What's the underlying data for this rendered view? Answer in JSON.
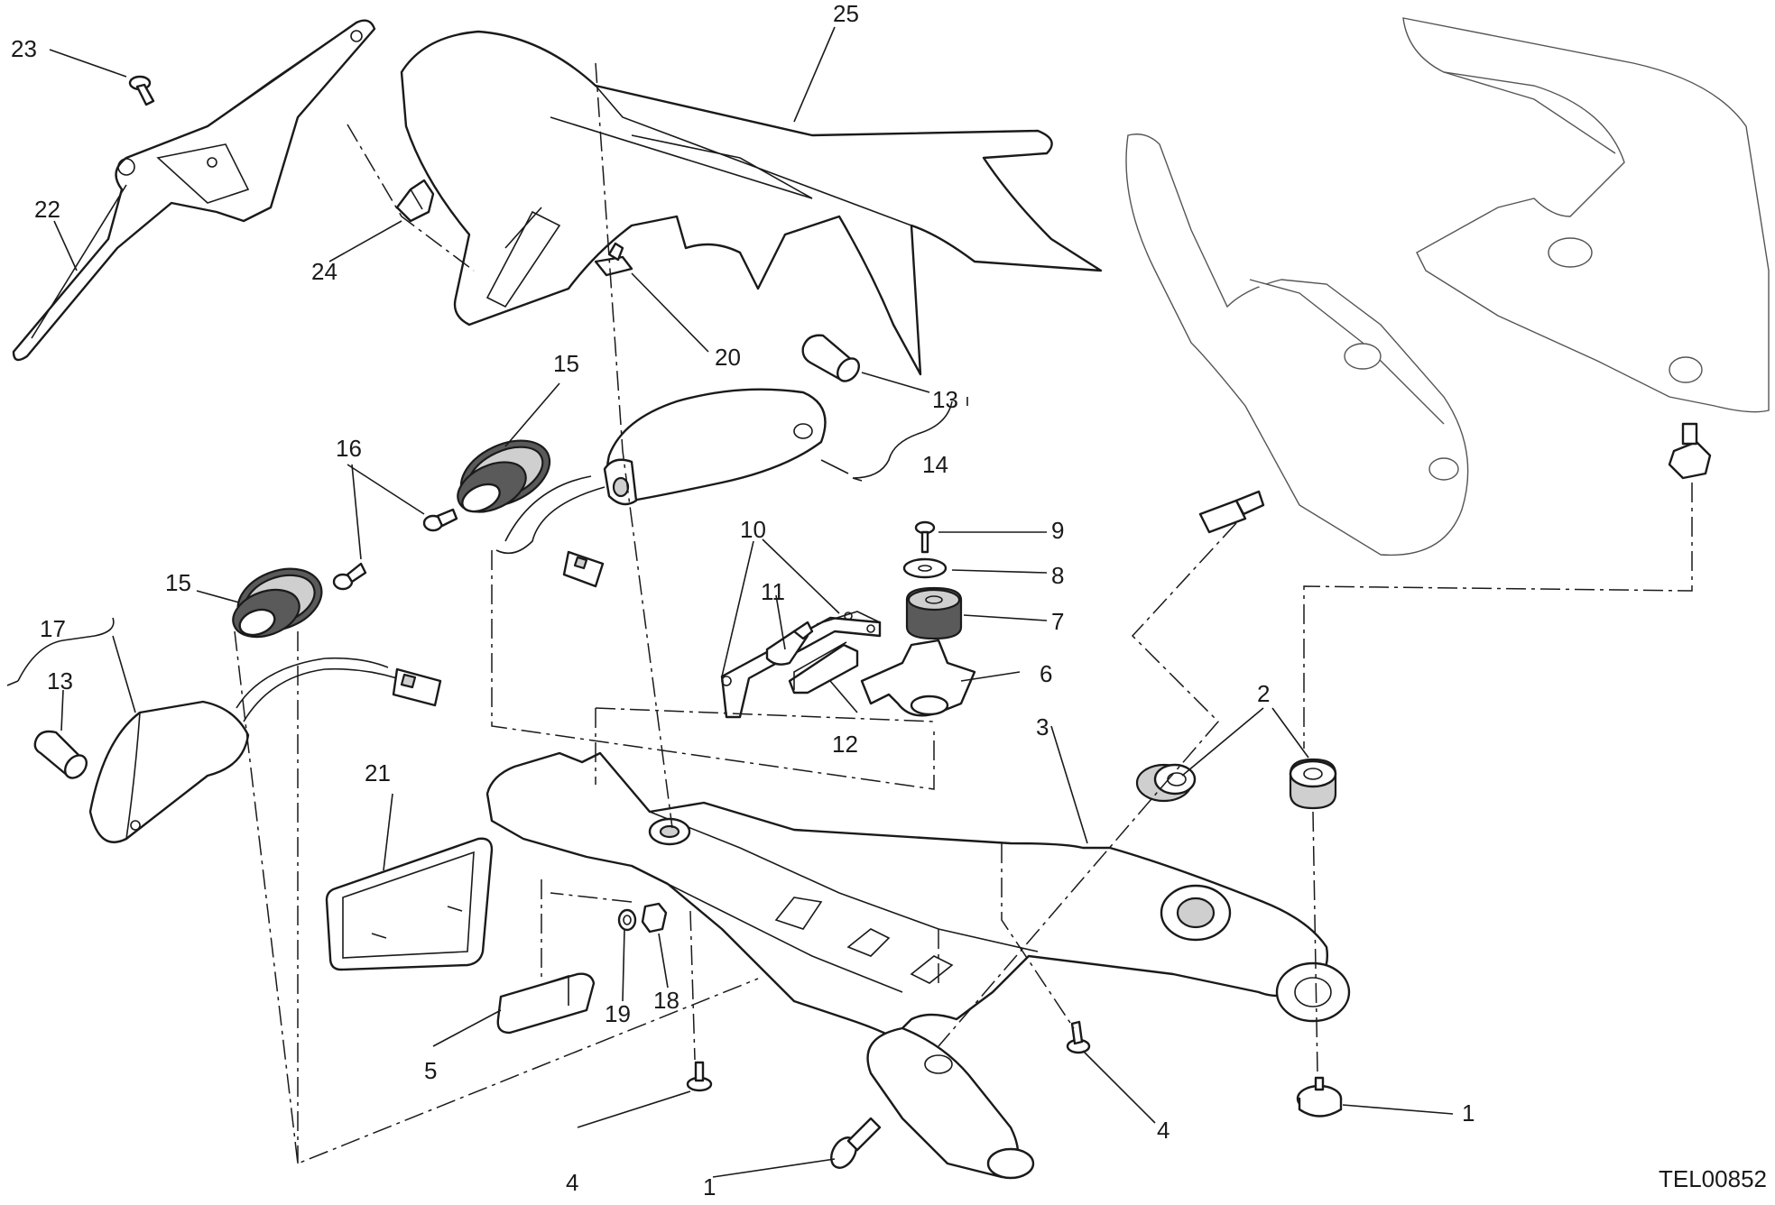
{
  "drawing_code": "TEL00852",
  "callouts": {
    "c1a": "1",
    "c1b": "1",
    "c2": "2",
    "c3": "3",
    "c4a": "4",
    "c4b": "4",
    "c5": "5",
    "c6": "6",
    "c7": "7",
    "c8": "8",
    "c9": "9",
    "c10": "10",
    "c11": "11",
    "c12": "12",
    "c13a": "13",
    "c13b": "13",
    "c14": "14",
    "c15a": "15",
    "c15b": "15",
    "c16": "16",
    "c17": "17",
    "c18": "18",
    "c19": "19",
    "c20": "20",
    "c21": "21",
    "c22": "22",
    "c23": "23",
    "c24": "24",
    "c25": "25"
  }
}
